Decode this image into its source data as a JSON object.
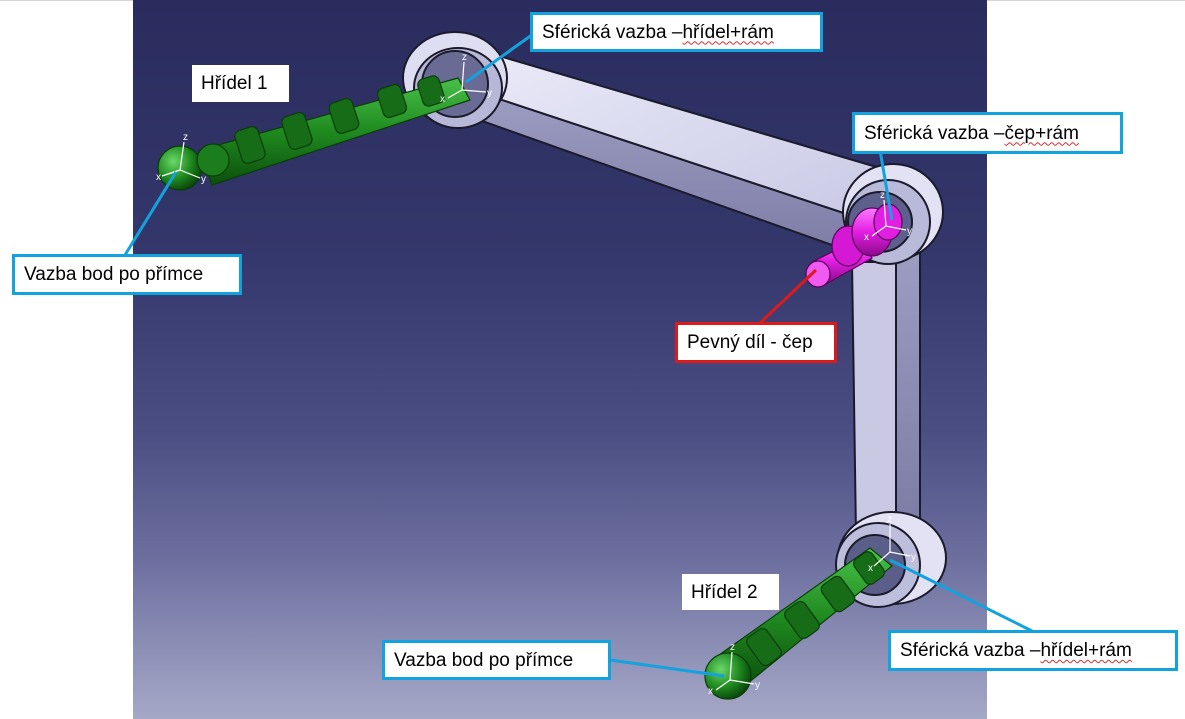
{
  "labels": {
    "shaft1": "Hřídel 1",
    "shaft2": "Hřídel 2",
    "spherical_top": {
      "prefix": "Sférická vazba – ",
      "underlined": "hřídel+rám"
    },
    "spherical_pin": {
      "prefix": "Sférická vazba – ",
      "underlined": "čep+rám"
    },
    "spherical_bottom": {
      "prefix": "Sférická vazba – ",
      "underlined": "hřídel+rám"
    },
    "point_line_left": "Vazba bod po přímce",
    "point_line_bottom": "Vazba bod po přímce",
    "fixed_part": "Pevný díl - čep"
  },
  "axis_letters": {
    "x": "x",
    "y": "y",
    "z": "z"
  },
  "colors": {
    "callout_border": "#12a2dd",
    "fixed_border": "#dd1a1a",
    "leader_blue": "#12a2dd",
    "leader_red": "#dd1a1a",
    "shaft_green": "#1f8a1f",
    "pin_magenta": "#e21ee2",
    "frame_lavender": "#d9d9f2"
  }
}
